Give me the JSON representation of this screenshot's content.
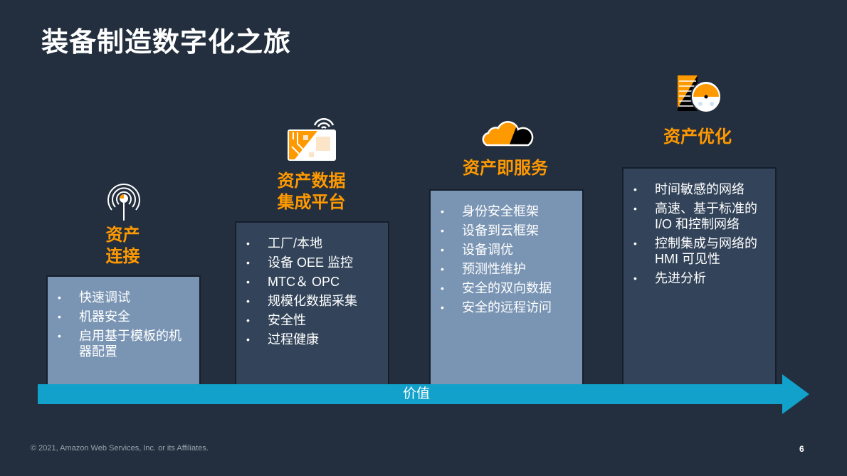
{
  "title": "装备制造数字化之旅",
  "colors": {
    "background": "#232f3e",
    "accent": "#ff9900",
    "arrow": "#11a1ca",
    "box_light": "#7a95b4",
    "box_dark": "#33445a"
  },
  "stages": [
    {
      "icon": "wireless-antenna-icon",
      "heading_lines": [
        "资产",
        "连接"
      ],
      "items": [
        "快速调试",
        "机器安全",
        "启用基于模板的机器配置"
      ]
    },
    {
      "icon": "wireless-circuit-card-icon",
      "heading_lines": [
        "资产数据",
        "集成平台"
      ],
      "items": [
        "工厂/本地",
        "设备 OEE 监控",
        "MTC＆ OPC",
        "规模化数据采集",
        "安全性",
        "过程健康"
      ]
    },
    {
      "icon": "cloud-icon",
      "heading_lines": [
        "资产即服务"
      ],
      "items": [
        "身份安全框架",
        "设备到云框架",
        "设备调优",
        "预测性维护",
        "安全的双向数据",
        "安全的远程访问"
      ]
    },
    {
      "icon": "robot-document-icon",
      "heading_lines": [
        "资产优化"
      ],
      "items": [
        "时间敏感的网络",
        "高速、基于标准的 I/O 和控制网络",
        "控制集成与网络的 HMI 可见性",
        "先进分析"
      ]
    }
  ],
  "arrow": {
    "label": "价值"
  },
  "footer": {
    "copyright": "© 2021, Amazon Web Services, Inc. or its Affiliates.",
    "page_number": "6"
  }
}
